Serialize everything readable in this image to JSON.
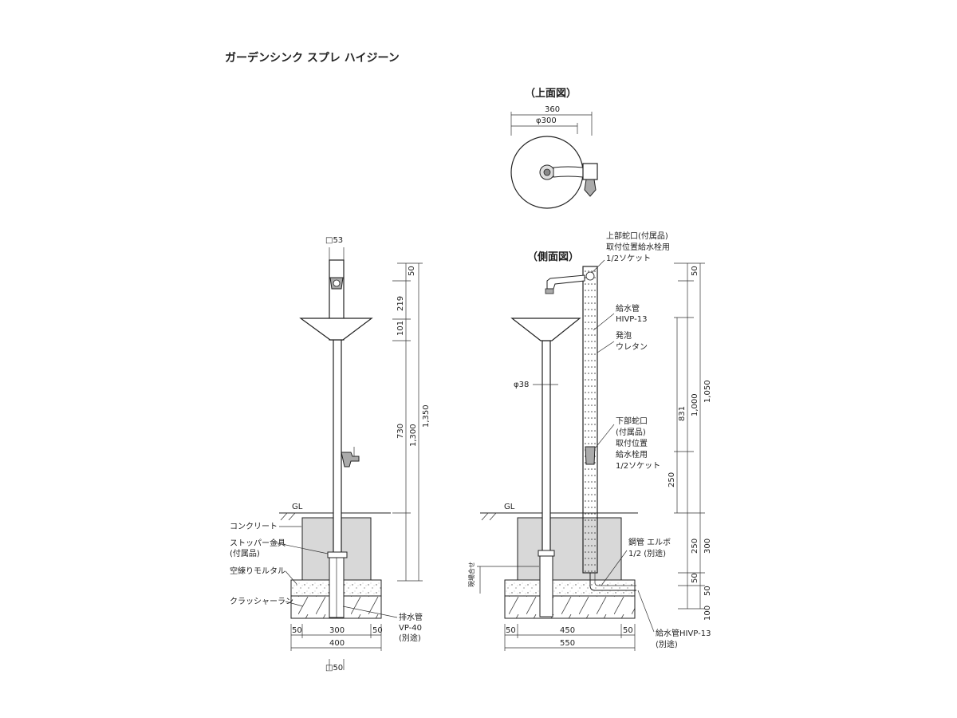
{
  "title": "ガーデンシンク スプレ ハイジーン",
  "top_view": {
    "heading": "（上面図）",
    "dim_outer": "360",
    "dim_bowl": "φ300"
  },
  "front_view": {
    "post_top": "□53",
    "post_bottom": "□50",
    "gl": "GL",
    "dims": {
      "d50": "50",
      "d219": "219",
      "d101": "101",
      "d730": "730",
      "d1300": "1,300",
      "d1350": "1,350"
    },
    "labels": {
      "concrete": "コンクリート",
      "stopper1": "ストッパー金具",
      "stopper2": "(付属品)",
      "mortar": "空練りモルタル",
      "crusher": "クラッシャーラン",
      "drain1": "排水管",
      "drain2": "VP-40",
      "drain3": "(別途)"
    },
    "bottom": {
      "a": "50",
      "b": "300",
      "c": "50",
      "total": "400"
    }
  },
  "side_view": {
    "heading": "（側面図）",
    "gl": "GL",
    "phi38": "φ38",
    "adjust": "現場合せ",
    "labels": {
      "upper1": "上部蛇口(付属品)",
      "upper2": "取付位置給水栓用",
      "upper3": "1/2ソケット",
      "supply1": "給水管",
      "supply2": "HIVP-13",
      "foam1": "発泡",
      "foam2": "ウレタン",
      "lower1": "下部蛇口",
      "lower2": "(付属品)",
      "lower3": "取付位置",
      "lower4": "給水栓用",
      "lower5": "1/2ソケット",
      "elbow1": "鋼管 エルボ",
      "elbow2": "1/2 (別途)",
      "supply_b1": "給水管HIVP-13",
      "supply_b2": "(別途)"
    },
    "dims": {
      "d50": "50",
      "d831": "831",
      "d1000": "1,000",
      "d1050": "1,050",
      "d250a": "250",
      "d250b": "250",
      "d300": "300",
      "d50b": "50",
      "d50c": "50",
      "d100": "100"
    },
    "bottom": {
      "a": "50",
      "b": "450",
      "c": "50",
      "total": "550"
    }
  }
}
